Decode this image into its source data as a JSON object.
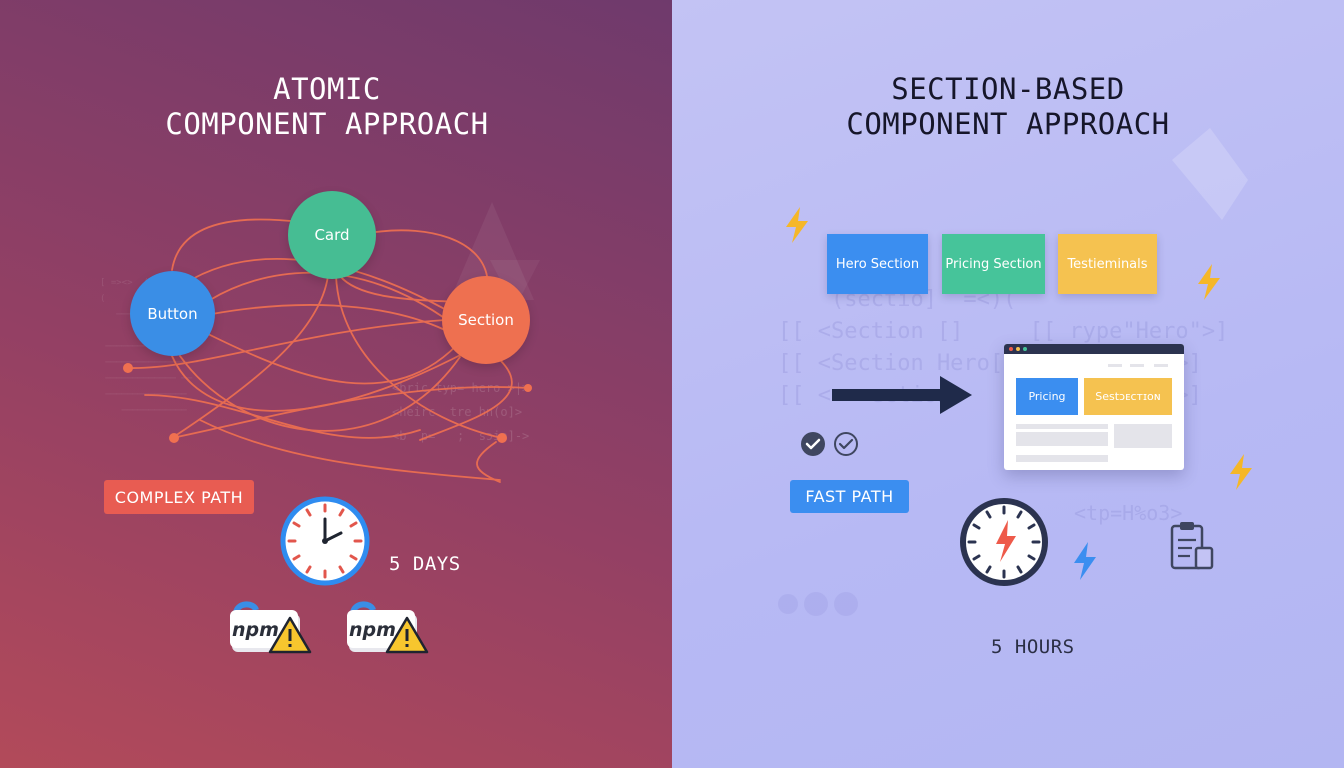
{
  "left": {
    "title_line1": "ATOMIC",
    "title_line2": "COMPONENT APPROACH",
    "nodes": {
      "card": "Card",
      "button": "Button",
      "section": "Section"
    },
    "tag": "COMPLEX PATH",
    "duration": "5 DAYS",
    "npm_label": "npm",
    "colors": {
      "card": "#46bd93",
      "button": "#3a8ee6",
      "section": "#ee7050",
      "tag": "#e85c52",
      "lines": "#f07050"
    }
  },
  "right": {
    "title_line1": "SECTION-BASED",
    "title_line2": "COMPONENT APPROACH",
    "blocks": {
      "hero": "Hero Section",
      "pricing": "Pricing Section",
      "testimonials": "Testieminals"
    },
    "preview": {
      "pricing": "Pricing",
      "section": "Sestᴐᴇᴄᴛɪᴏɴ"
    },
    "tag": "FAST PATH",
    "duration": "5 HOURS",
    "colors": {
      "hero": "#3b8ef0",
      "pricing": "#46c49a",
      "testimonials": "#f5c250",
      "tag": "#3b8ef0",
      "arrow": "#1f2a4a",
      "bolt": "#f5b728"
    }
  },
  "icons": [
    "network-lines",
    "clock-icon",
    "npm-warning-icon",
    "lightning-icon",
    "arrow-right-icon",
    "browser-preview",
    "check-circle-icon",
    "stopwatch-lightning-icon",
    "clipboard-icon"
  ]
}
